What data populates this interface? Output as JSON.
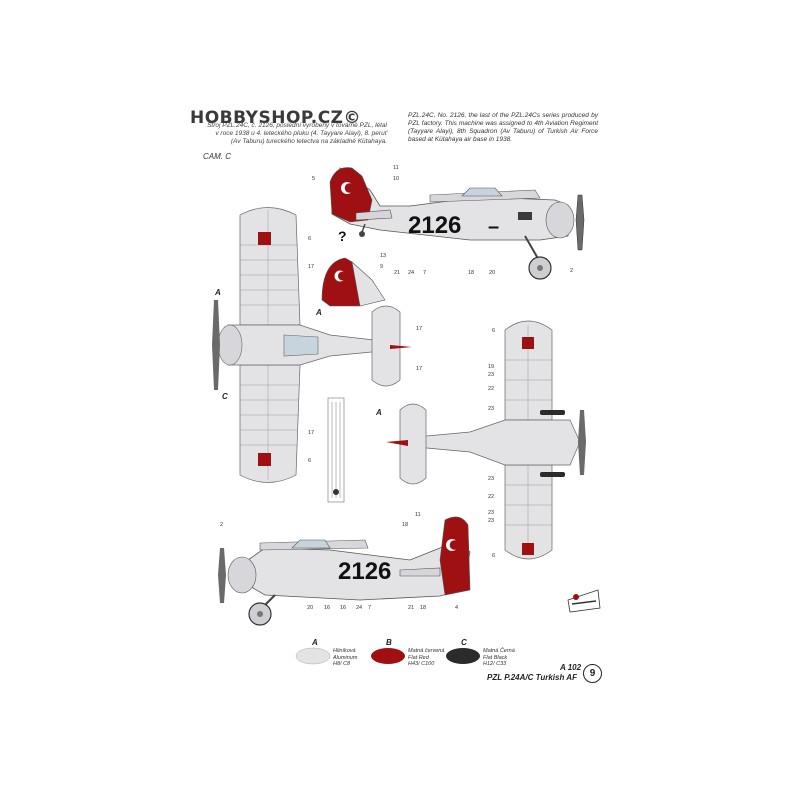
{
  "watermark": "HOBBYSHOP.CZ©",
  "cz_description": "Stroj PZL.24C, č. 2126, poslední vyrobený v továrně PZL, létal v roce 1938 u 4. leteckého pluku (4. Tayyare Alayi), 8. peruť (Av Taburu) tureckého letectva na základně Kütahaya.",
  "en_description": "PZL.24C, No. 2126, the last of the PZL.24Cs series produced by PZL factory. This machine was assigned to 4th Aviation Regiment (Tayyare Alayi), 8th Squadron (Av Taburu) of Turkish Air Force based at Kütahaya air base in 1938.",
  "camouflage_label": "CAM. C",
  "question_mark": "?",
  "serial": "2126",
  "dash": "–",
  "markers": {
    "top_view_a": "A",
    "top_view_c": "C",
    "top_view_a_inner": "A",
    "bottom_view_a": "A"
  },
  "callouts": {
    "top_side": [
      "11",
      "5",
      "10",
      "21",
      "24",
      "7",
      "18",
      "20",
      "2"
    ],
    "alt_tail": [
      "13",
      "9"
    ],
    "top_view": [
      "6",
      "17",
      "17",
      "17",
      "17",
      "6"
    ],
    "bottom_view": [
      "6",
      "19",
      "23",
      "22",
      "23",
      "23",
      "22",
      "23",
      "23",
      "6"
    ],
    "bottom_side": [
      "2",
      "11",
      "18",
      "20",
      "16",
      "16",
      "24",
      "7",
      "21",
      "18",
      "4"
    ]
  },
  "legend": [
    {
      "letter": "A",
      "line1": "Hliníková",
      "line2": "Aluminum",
      "line3": "H8/ C8",
      "color": "#e3e3e6"
    },
    {
      "letter": "B",
      "line1": "Matná červená",
      "line2": "Flat Red",
      "line3": "H43/ C100",
      "color": "#9e1012"
    },
    {
      "letter": "C",
      "line1": "Matná Černá",
      "line2": "Flat Black",
      "line3": "H12/ C33",
      "color": "#2b2b2b"
    }
  ],
  "footer": {
    "code": "A 102",
    "title": "PZL P.24A/C  Turkish AF",
    "page": "9"
  },
  "colors": {
    "aluminum": "#e3e3e6",
    "red": "#9e1012",
    "black": "#222222",
    "panel_line": "#8c8c94"
  }
}
